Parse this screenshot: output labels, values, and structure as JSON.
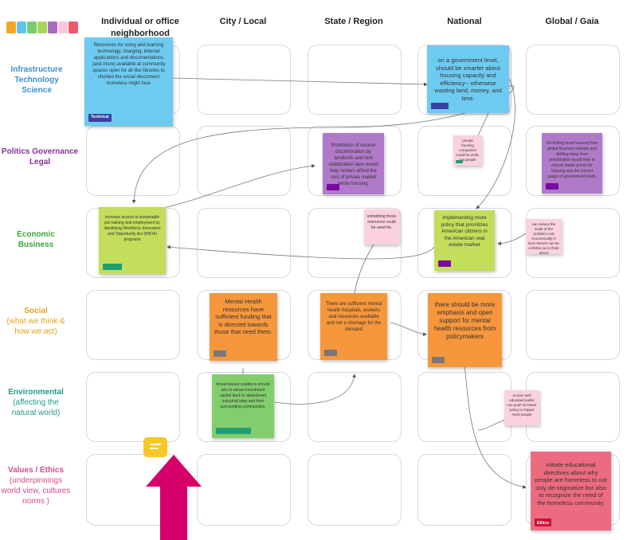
{
  "palette": [
    "#f5a623",
    "#62c3ef",
    "#7bcc6e",
    "#a8d856",
    "#a86ac5",
    "#f9c7d9",
    "#f0576c"
  ],
  "columns": [
    "Individual or office neighborhood",
    "City / Local",
    "State / Region",
    "National",
    "Global / Gaia"
  ],
  "rows": [
    {
      "title": "Infrastructure Technology Science",
      "sub": "",
      "color": "#3b8fd4"
    },
    {
      "title": "Politics Governance Legal",
      "sub": "",
      "color": "#8a2f9b"
    },
    {
      "title": "Economic Business",
      "sub": "",
      "color": "#3aa83a"
    },
    {
      "title": "Social",
      "sub": "(what we think & how we act)",
      "color": "#e8a21c"
    },
    {
      "title": "Environmental",
      "sub": "(affecting the natural world)",
      "color": "#1f9a86"
    },
    {
      "title": "Values / Ethics",
      "sub": "(underpinnings world view, cultures norms )",
      "color": "#d94a8c"
    }
  ],
  "notes": {
    "n1": {
      "text": "Resources for using and learning technology, charging, internet applications and documentations (and more) available at community spaces open for all like libraries to shorted the social disconnect homeless might face",
      "tag": "Technical"
    },
    "n2": {
      "text": "on a government level, should be smarter about housing capacity and efficiency-- otherwise wasting land, money, and time."
    },
    "n3": {
      "text": "Prohibition of income discrimination by landlords and rent stabilization laws would help renters afford the cost of private market rental housing."
    },
    "n4": {
      "text": "private housing companies could be profit, not people"
    },
    "n5": {
      "text": "De-linking local housing from global financial markets and shifting away from privatization would help to ensure stable prices for housing and the correct usage of government funds."
    },
    "n6": {
      "text": "Increase access to sustainable job training and employment by identifying Workforce Innovation and Opportunity Act (WIOA) programs"
    },
    "n7": {
      "text": "something those resources could be used for."
    },
    "n8": {
      "text": "implementing more policy that prioritizes American citizens in the American real estate market"
    },
    "n9": {
      "text": "can reduce the scale of the problem cost economically in lives therein can be a lifeline as to think about"
    },
    "n10": {
      "text": "Mental Health resources have sufficient funding that is directed towards those that need them."
    },
    "n11": {
      "text": "There are sufficient mental health hospitals, workers and resources available and not a shortage for the demand"
    },
    "n12": {
      "text": "there should be more emphasis and open support for mental health resources from policymakers"
    },
    "n13": {
      "text": "Broad-based coalitions should aim to attract investment capital back to abandoned industrial sites and their surrounding communities."
    },
    "n14": {
      "text": "a more well educated public can push for better policy to impact more people"
    },
    "n15": {
      "text": "initiate educational directives about why people are homeless to not only de-stigmatize but also to recognize the need of the homeless community.",
      "tag": "Ethics"
    }
  }
}
